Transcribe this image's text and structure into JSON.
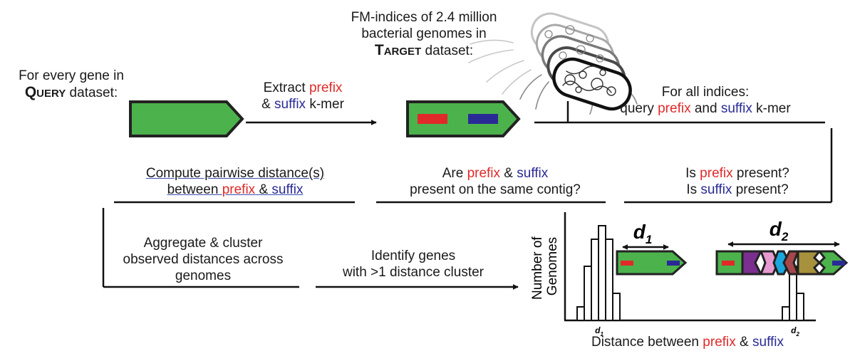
{
  "target_block": {
    "line1": "FM-indices of 2.4 million",
    "line2": "bacterial genomes in",
    "keyword": "Target",
    "suffix": " dataset:"
  },
  "query_block": {
    "line1": "For every gene in",
    "keyword": "Query",
    "suffix": " dataset:"
  },
  "step_extract": {
    "line1_pre": "Extract ",
    "prefix": "prefix",
    "line2_pre": "& ",
    "suffix": "suffix",
    "line2_post": " k-mer"
  },
  "step_query": {
    "line1": "For all indices:",
    "pre": "query ",
    "prefix": "prefix",
    "mid": " and ",
    "suffix": "suffix",
    "post": " k-mer"
  },
  "step_present": {
    "q1_pre": "Is ",
    "prefix": "prefix",
    "q1_post": " present?",
    "q2_pre": "Is ",
    "suffix": "suffix",
    "q2_post": " present?"
  },
  "step_contig": {
    "pre": "Are ",
    "prefix": "prefix",
    "mid": " & ",
    "suffix": "suffix",
    "line2": "present on the same contig?"
  },
  "step_distance": {
    "line1": "Compute pairwise distance(s)",
    "pre": "between ",
    "prefix": "prefix",
    "mid": " & ",
    "suffix": "suffix"
  },
  "step_aggregate": {
    "line1": "Aggregate & cluster",
    "line2": "observed distances across",
    "line3": "genomes"
  },
  "step_identify": {
    "line1": "Identify genes",
    "line2": "with >1 distance cluster"
  },
  "plot": {
    "ylabel_line1": "Number of",
    "ylabel_line2": "Genomes",
    "xlabel_pre": "Distance between ",
    "prefix": "prefix",
    "mid": " & ",
    "suffix": "suffix",
    "d1": "d",
    "d1_sub": "1",
    "d2": "d",
    "d2_sub": "2"
  },
  "chart_data": {
    "type": "bar",
    "xlabel": "Distance between prefix & suffix",
    "ylabel": "Number of Genomes",
    "series": [
      {
        "values": [
          1,
          4,
          6,
          7,
          6,
          2
        ]
      },
      {
        "values": [
          1,
          4,
          2
        ]
      }
    ],
    "tick_labels": [
      "d1",
      "d2"
    ]
  },
  "colors": {
    "gene_green": "#4cb24c",
    "prefix_red": "#e02a2a",
    "suffix_blue": "#2a2a96",
    "purple": "#7a2f8f",
    "pink": "#e79ad0",
    "cyan": "#1aa7dd",
    "brown": "#a8474a",
    "olive": "#a8913d"
  }
}
